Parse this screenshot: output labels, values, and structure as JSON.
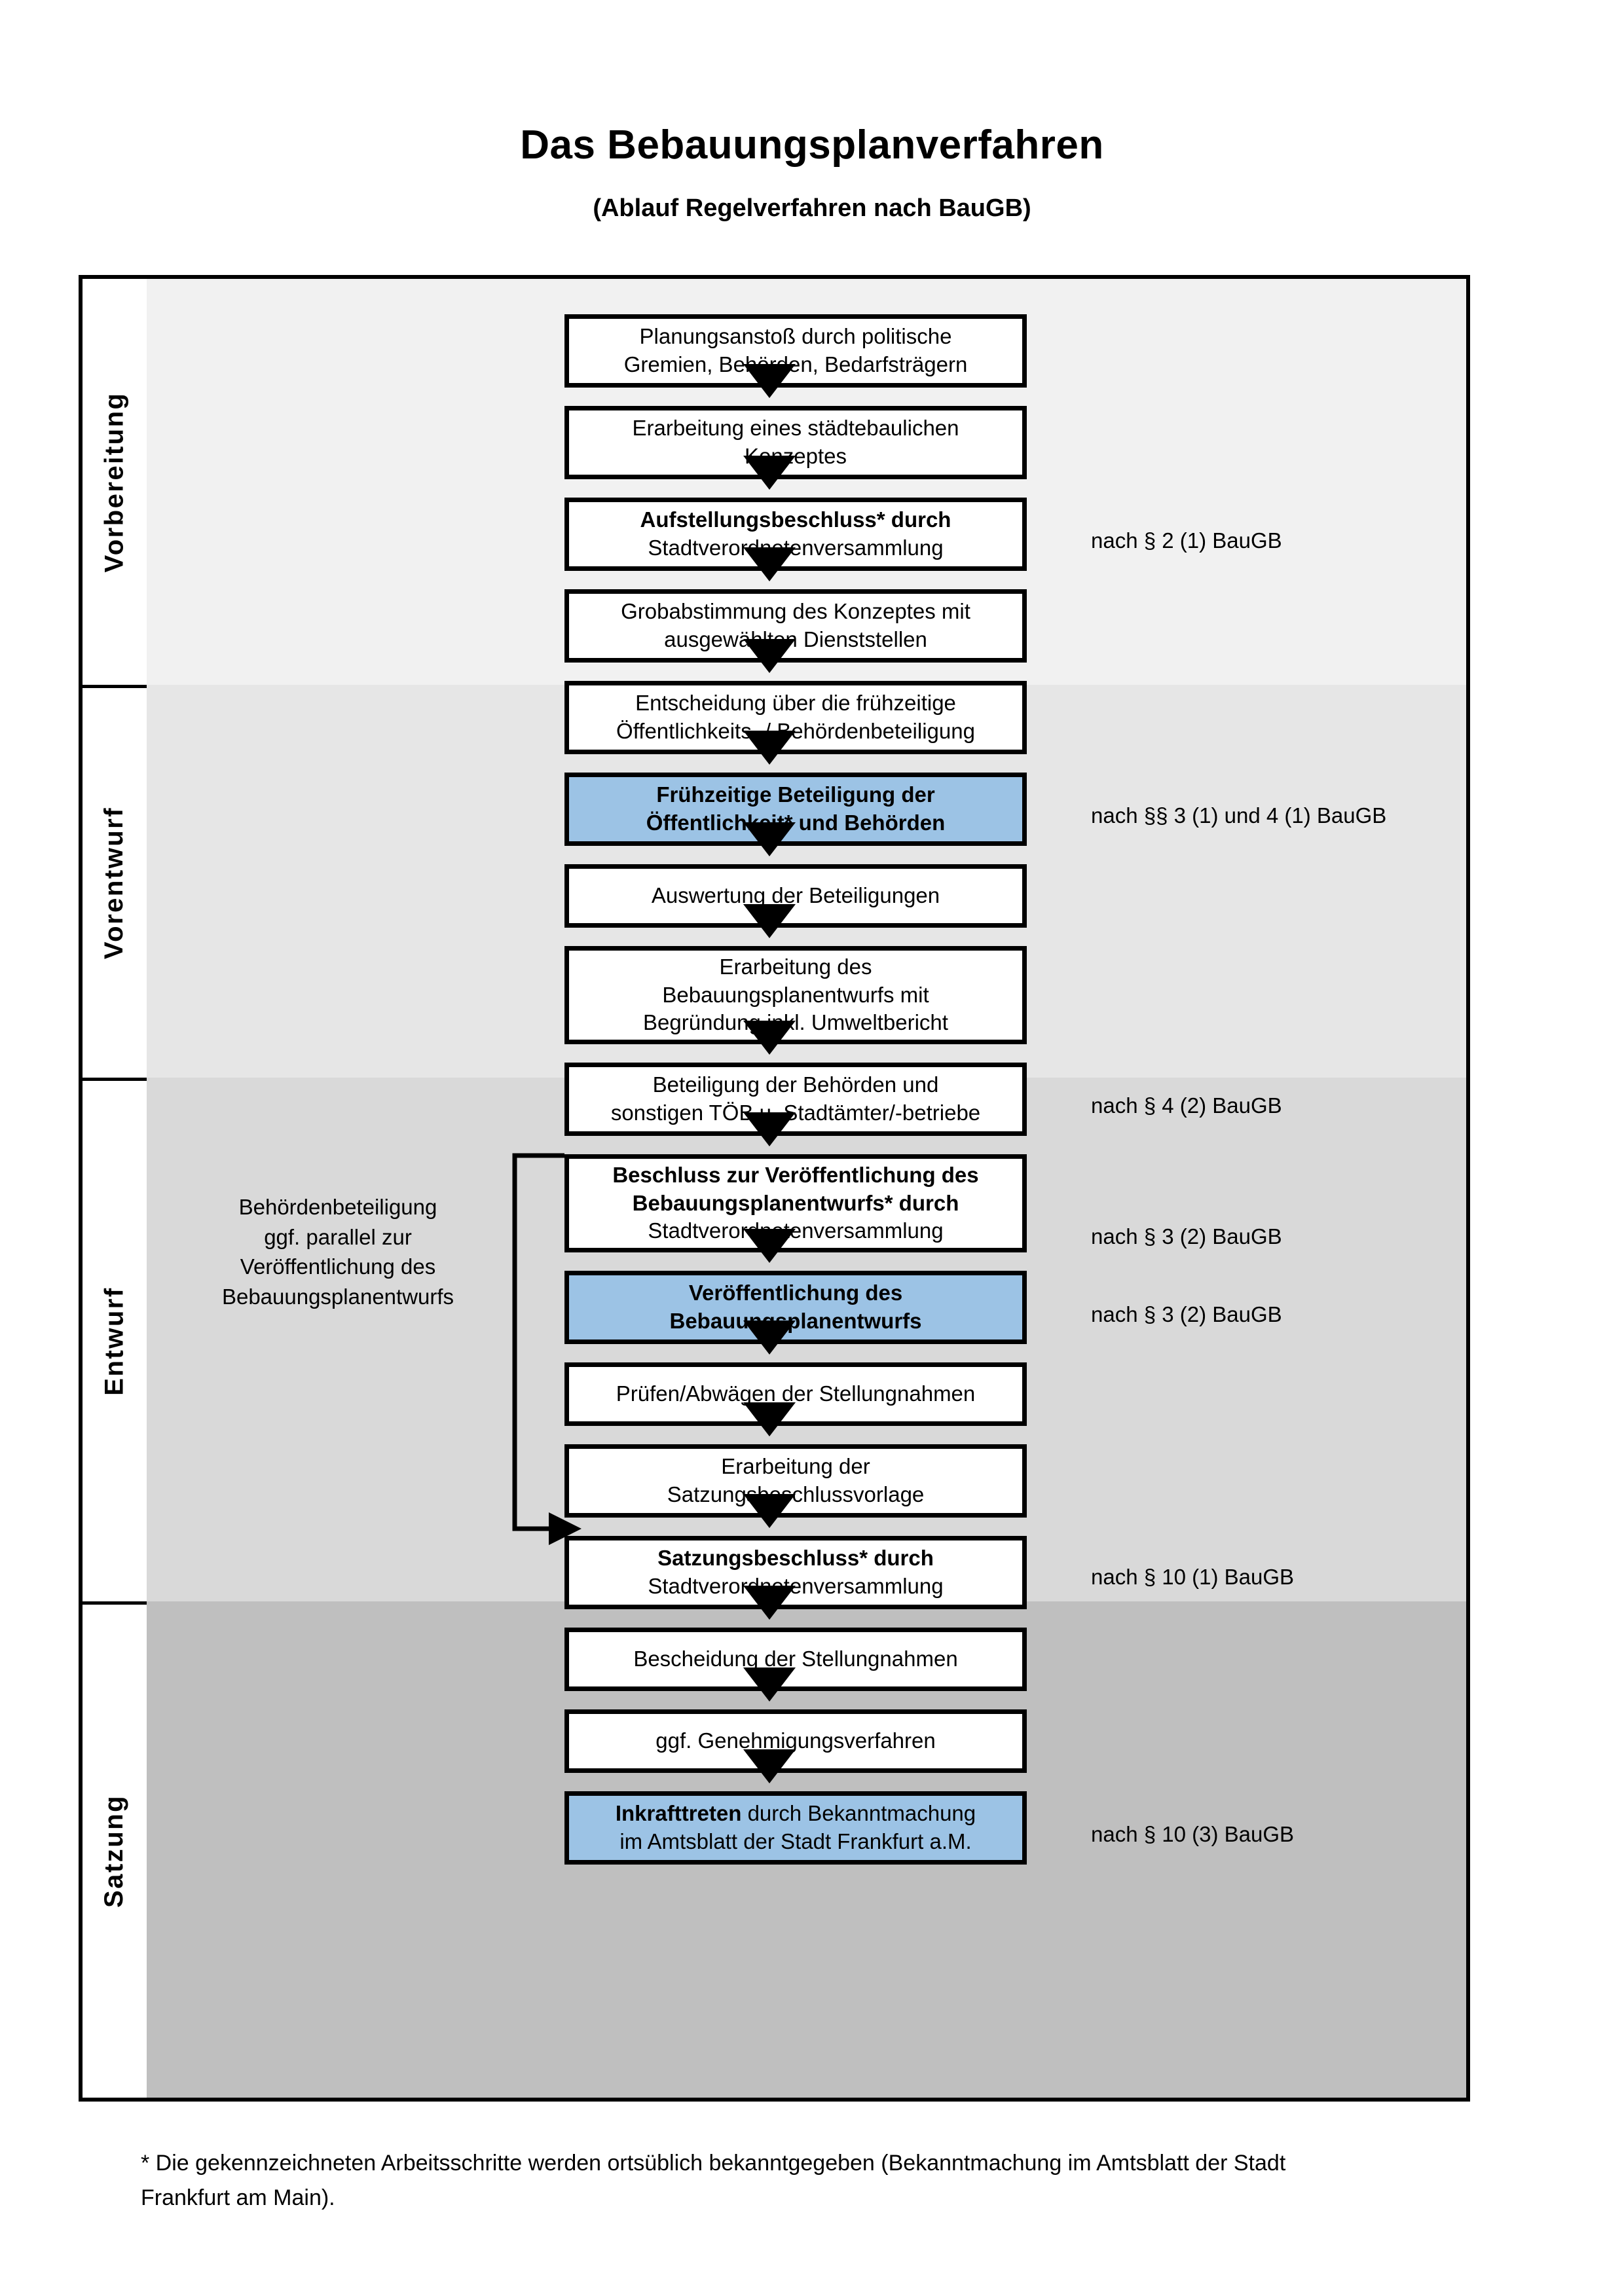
{
  "header": {
    "title": "Das Bebauungsplanverfahren",
    "subtitle": "(Ablauf Regelverfahren nach BauGB)"
  },
  "colors": {
    "accent_blue": "#9CC3E5",
    "band_vorbereitung": "#F1F1F1",
    "band_vorentwurf": "#E6E6E6",
    "band_entwurf": "#D9D9D9",
    "band_satzung": "#BFBFBF",
    "border": "#000000"
  },
  "phases": [
    {
      "label": "Vorbereitung"
    },
    {
      "label": "Vorentwurf"
    },
    {
      "label": "Entwurf"
    },
    {
      "label": "Satzung"
    }
  ],
  "steps": [
    {
      "id": "s1",
      "phase": "Vorbereitung",
      "highlight": false,
      "lines": [
        {
          "text": "Planungsanstoß durch politische",
          "bold": false
        },
        {
          "text": "Gremien, Behörden, Bedarfsträgern",
          "bold": false
        }
      ]
    },
    {
      "id": "s2",
      "phase": "Vorbereitung",
      "highlight": false,
      "lines": [
        {
          "text": "Erarbeitung eines städtebaulichen",
          "bold": false
        },
        {
          "text": "Konzeptes",
          "bold": false
        }
      ]
    },
    {
      "id": "s3",
      "phase": "Vorbereitung",
      "highlight": false,
      "lines": [
        {
          "text": "Aufstellungsbeschluss* durch",
          "bold": true
        },
        {
          "text": "Stadtverordnetenversammlung",
          "bold": false
        }
      ]
    },
    {
      "id": "s4",
      "phase": "Vorentwurf",
      "highlight": false,
      "lines": [
        {
          "text": "Grobabstimmung des Konzeptes mit",
          "bold": false
        },
        {
          "text": "ausgewählten Dienststellen",
          "bold": false
        }
      ]
    },
    {
      "id": "s5",
      "phase": "Vorentwurf",
      "highlight": false,
      "lines": [
        {
          "text": "Entscheidung über die frühzeitige",
          "bold": false
        },
        {
          "text": "Öffentlichkeits- / Behördenbeteiligung",
          "bold": false
        }
      ]
    },
    {
      "id": "s6",
      "phase": "Vorentwurf",
      "highlight": true,
      "lines": [
        {
          "text": "Frühzeitige Beteiligung der",
          "bold": true
        },
        {
          "text": "Öffentlichkeit* und Behörden",
          "bold": true
        }
      ]
    },
    {
      "id": "s7",
      "phase": "Entwurf",
      "highlight": false,
      "lines": [
        {
          "text": "Auswertung der Beteiligungen",
          "bold": false
        }
      ]
    },
    {
      "id": "s8",
      "phase": "Entwurf",
      "highlight": false,
      "lines": [
        {
          "text": "Erarbeitung des",
          "bold": false
        },
        {
          "text": "Bebauungsplanentwurfs mit",
          "bold": false
        },
        {
          "text": "Begründung inkl. Umweltbericht",
          "bold": false
        }
      ]
    },
    {
      "id": "s9",
      "phase": "Entwurf",
      "highlight": false,
      "lines": [
        {
          "text": "Beteiligung der Behörden und",
          "bold": false
        },
        {
          "text": "sonstigen TÖB u. Stadtämter/-betriebe",
          "bold": false
        }
      ]
    },
    {
      "id": "s10",
      "phase": "Entwurf",
      "highlight": false,
      "lines": [
        {
          "text": "Beschluss zur Veröffentlichung des",
          "bold": true
        },
        {
          "text": "Bebauungsplanentwurfs* durch",
          "bold": true
        },
        {
          "text": "Stadtverordnetenversammlung",
          "bold": false
        }
      ]
    },
    {
      "id": "s11",
      "phase": "Entwurf",
      "highlight": true,
      "lines": [
        {
          "text": "Veröffentlichung des",
          "bold": true
        },
        {
          "text": "Bebauungsplanentwurfs",
          "bold": true
        }
      ]
    },
    {
      "id": "s12",
      "phase": "Satzung",
      "highlight": false,
      "lines": [
        {
          "text": "Prüfen/Abwägen der Stellungnahmen",
          "bold": false
        }
      ]
    },
    {
      "id": "s13",
      "phase": "Satzung",
      "highlight": false,
      "lines": [
        {
          "text": "Erarbeitung der",
          "bold": false
        },
        {
          "text": "Satzungsbeschlussvorlage",
          "bold": false
        }
      ]
    },
    {
      "id": "s14",
      "phase": "Satzung",
      "highlight": false,
      "lines": [
        {
          "text": "Satzungsbeschluss* durch",
          "bold": true
        },
        {
          "text": "Stadtverordnetenversammlung",
          "bold": false
        }
      ]
    },
    {
      "id": "s15",
      "phase": "Satzung",
      "highlight": false,
      "lines": [
        {
          "text": "Bescheidung der Stellungnahmen",
          "bold": false
        }
      ]
    },
    {
      "id": "s16",
      "phase": "Satzung",
      "highlight": false,
      "lines": [
        {
          "text": "ggf. Genehmigungsverfahren",
          "bold": false
        }
      ]
    },
    {
      "id": "s17",
      "phase": "Satzung",
      "highlight": true,
      "lines": [
        {
          "text": "Inkrafttreten durch Bekanntmachung",
          "bold": true,
          "partial_bold": "Inkrafttreten"
        },
        {
          "text": "im Amtsblatt der Stadt Frankfurt a.M.",
          "bold": false
        }
      ]
    }
  ],
  "citations": [
    {
      "id": "c1",
      "text": "nach § 2 (1) BauGB"
    },
    {
      "id": "c2",
      "text": "nach §§ 3 (1) und 4 (1) BauGB"
    },
    {
      "id": "c3",
      "text": "nach § 4 (2) BauGB"
    },
    {
      "id": "c4",
      "text": "nach § 3 (2) BauGB"
    },
    {
      "id": "c5",
      "text": "nach § 3 (2) BauGB"
    },
    {
      "id": "c6",
      "text": "nach § 10 (1) BauGB"
    },
    {
      "id": "c7",
      "text": "nach § 10 (3) BauGB"
    }
  ],
  "sidenote": {
    "lines": [
      "Behördenbeteiligung",
      "ggf. parallel zur",
      "Veröffentlichung des",
      "Bebauungsplanentwurfs"
    ]
  },
  "footnote": {
    "lines": [
      "* Die gekennzeichneten Arbeitsschritte werden ortsüblich bekanntgegeben (Bekanntmachung im Amtsblatt  der Stadt",
      "Frankfurt am Main)."
    ]
  }
}
